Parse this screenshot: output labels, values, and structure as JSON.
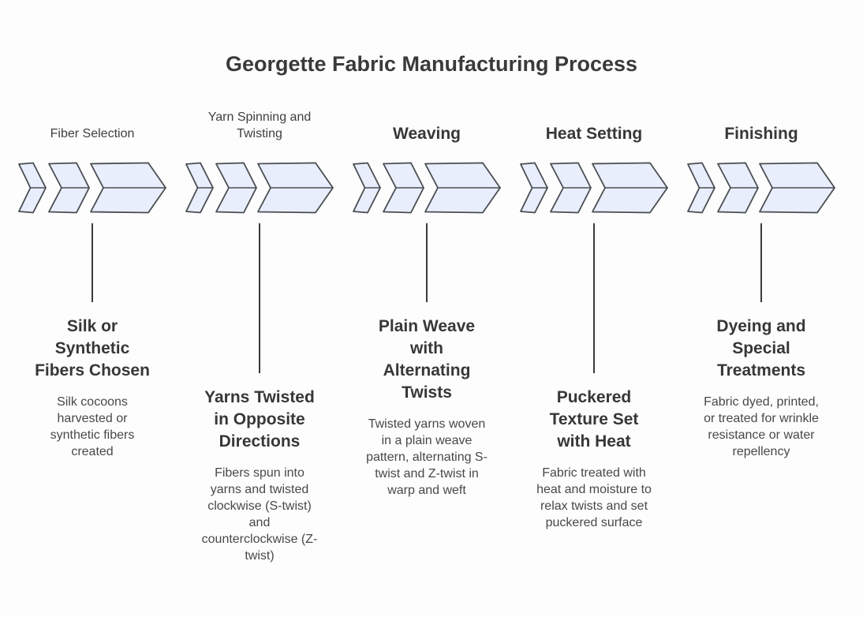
{
  "title": "Georgette Fabric Manufacturing Process",
  "colors": {
    "background": "#fdfdfd",
    "chevron_fill": "#e8eefb",
    "chevron_stroke": "#4a4d52",
    "title_text": "#3a3a3a",
    "heading_text": "#373737",
    "body_text": "#484848",
    "connector_line": "#3a3a3a"
  },
  "stages": [
    {
      "label": "Fiber Selection",
      "heading": "Silk or\nSynthetic\nFibers Chosen",
      "description": "Silk cocoons\nharvested or\nsynthetic fibers\ncreated"
    },
    {
      "label": "Yarn Spinning and\nTwisting",
      "heading": "Yarns Twisted\nin Opposite\nDirections",
      "description": "Fibers spun into\nyarns and twisted\nclockwise (S-twist)\nand\ncounterclockwise (Z-\ntwist)"
    },
    {
      "label": "Weaving",
      "heading": "Plain Weave\nwith\nAlternating\nTwists",
      "description": "Twisted yarns woven\nin a plain weave\npattern, alternating S-\ntwist and Z-twist in\nwarp and weft"
    },
    {
      "label": "Heat Setting",
      "heading": "Puckered\nTexture Set\nwith Heat",
      "description": "Fabric treated with\nheat and moisture to\nrelax twists and set\npuckered surface"
    },
    {
      "label": "Finishing",
      "heading": "Dyeing and\nSpecial\nTreatments",
      "description": "Fabric dyed, printed,\nor treated for wrinkle\nresistance or water\nrepellency"
    }
  ]
}
